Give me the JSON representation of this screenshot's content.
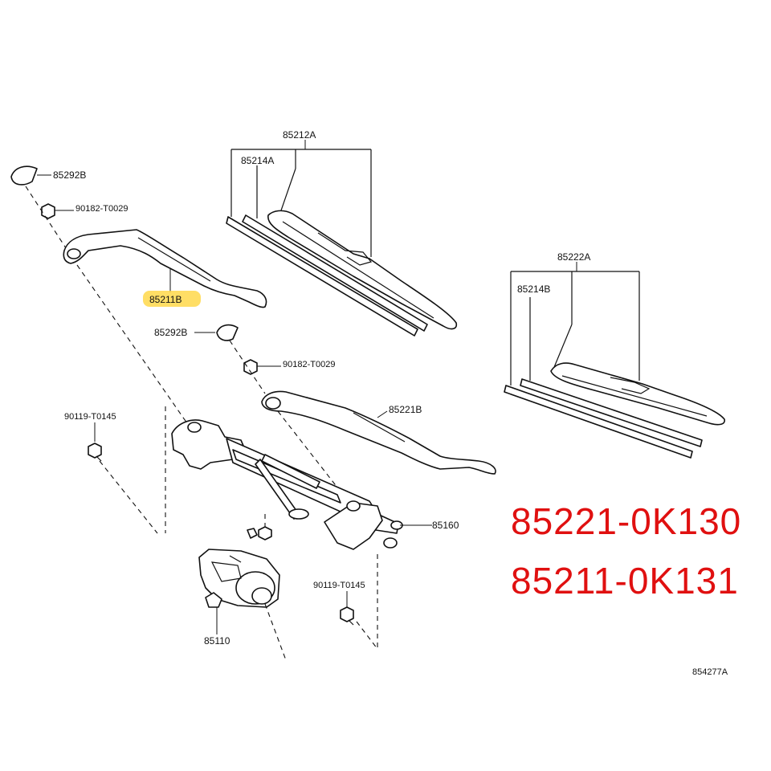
{
  "labels": {
    "p85292b_top": "85292B",
    "p90182_top": "90182-T0029",
    "p85211b": "85211B",
    "p85292b_mid": "85292B",
    "p90182_mid": "90182-T0029",
    "p85212a": "85212A",
    "p85214a": "85214A",
    "p85222a": "85222A",
    "p85214b": "85214B",
    "p85221b": "85221B",
    "p90119_left": "90119-T0145",
    "p90119_right": "90119-T0145",
    "p85160": "85160",
    "p85110": "85110",
    "figure_code": "854277A"
  },
  "callouts": {
    "line1": "85221-0K130",
    "line2": "85211-0K131"
  },
  "colors": {
    "callout_red": "#e01010",
    "highlight": "#ffd84a"
  }
}
